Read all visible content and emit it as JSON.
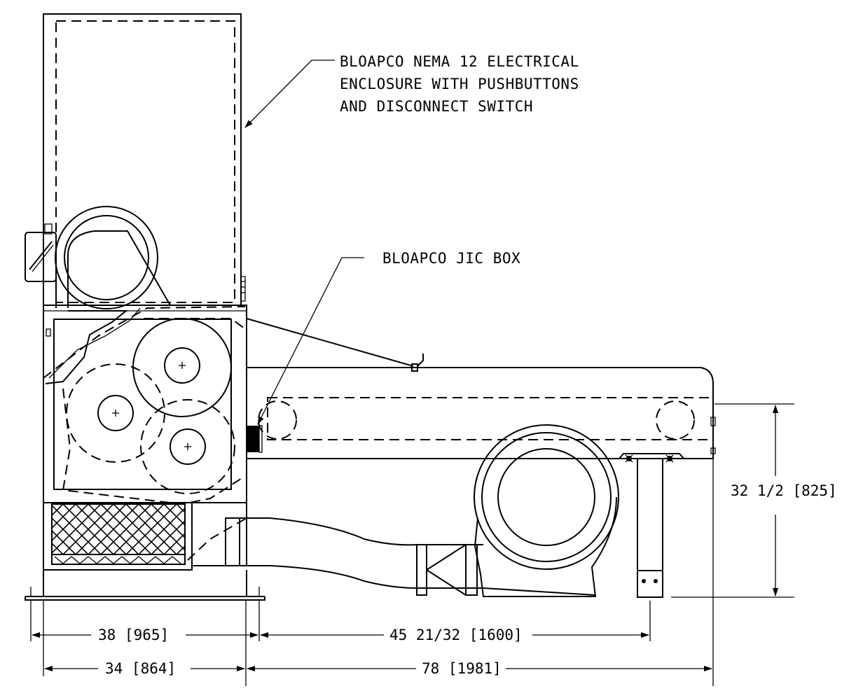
{
  "callouts": {
    "enclosure": {
      "line1": "BLOAPCO NEMA 12 ELECTRICAL",
      "line2": "ENCLOSURE WITH PUSHBUTTONS",
      "line3": "AND DISCONNECT SWITCH"
    },
    "jic_box": "BLOAPCO JIC BOX"
  },
  "dimensions": {
    "height": "32 1/2 [825]",
    "base_width": "38 [965]",
    "frame_width": "34 [864]",
    "leg_offset": "45 21/32 [1600]",
    "overall_length": "78 [1981]"
  }
}
